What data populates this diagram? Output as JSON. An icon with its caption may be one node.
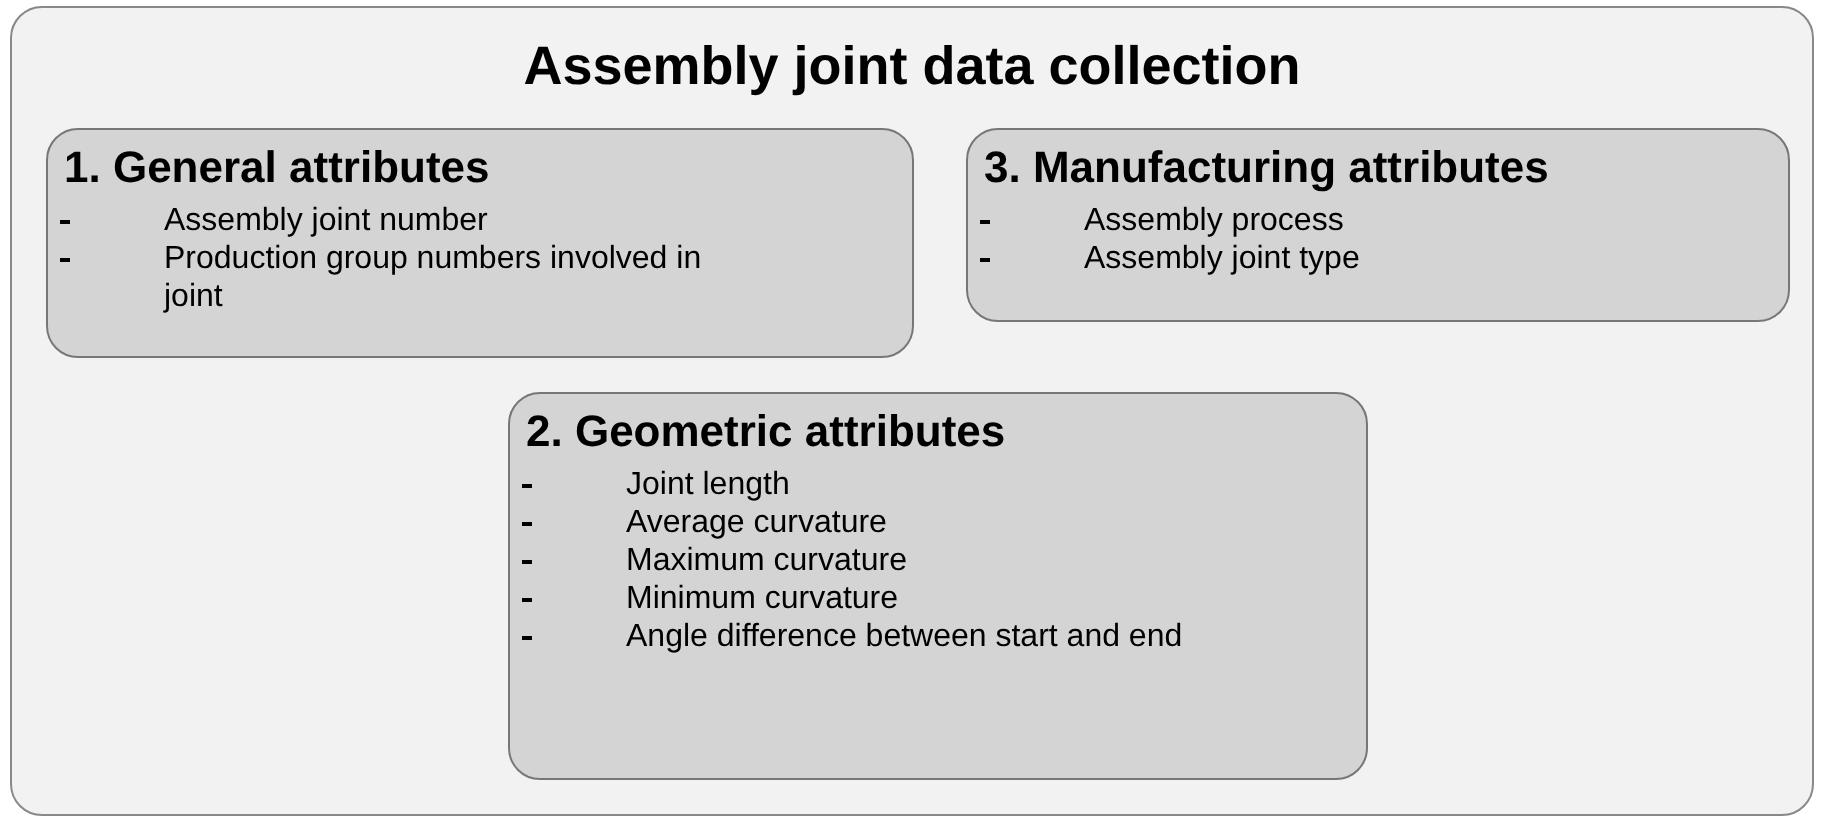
{
  "diagram": {
    "nodes": [
      {
        "text": [
          "Assembly joint data collection"
        ]
      },
      {
        "text": [
          "1. General attributes",
          "Assembly joint number",
          "Production group numbers involved in joint"
        ],
        "in": 0
      },
      {
        "text": [
          "3. Manufacturing attributes",
          "Assembly process",
          "Assembly joint type"
        ],
        "in": 0
      },
      {
        "text": [
          "2. Geometric attributes",
          "Joint length",
          "Average curvature",
          "Maximum curvature",
          "Minimum curvature",
          "Angle difference between start and end"
        ],
        "in": 0
      }
    ]
  }
}
